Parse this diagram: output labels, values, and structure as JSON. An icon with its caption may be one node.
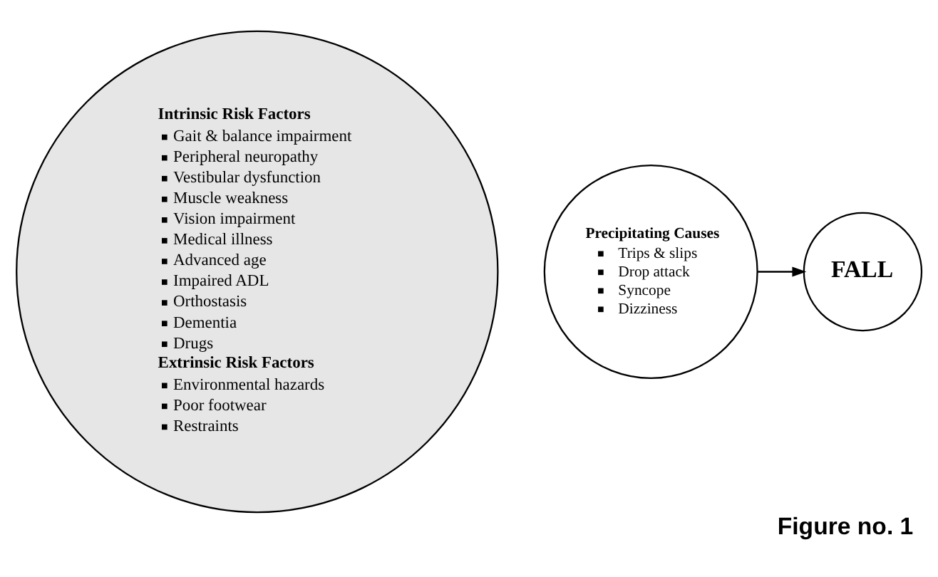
{
  "diagram": {
    "caption": "Figure no. 1",
    "nodes": [
      {
        "text": [
          "Intrinsic Risk Factors",
          "Gait & balance impairment",
          "Peripheral neuropathy",
          "Vestibular dysfunction",
          "Muscle weakness",
          "Vision impairment",
          "Medical illness",
          "Advanced age",
          "Impaired ADL",
          "Orthostasis",
          "Dementia",
          "Drugs",
          "Extrinsic Risk Factors",
          "Environmental hazards",
          "Poor footwear",
          "Restraints"
        ]
      },
      {
        "text": [
          "Precipitating Causes",
          "Trips & slips",
          "Drop attack",
          "Syncope",
          "Dizziness"
        ]
      },
      {
        "text": [
          "FALL"
        ]
      }
    ],
    "edges": [
      {
        "from": 1,
        "to": 2,
        "arrow": "to"
      }
    ]
  }
}
